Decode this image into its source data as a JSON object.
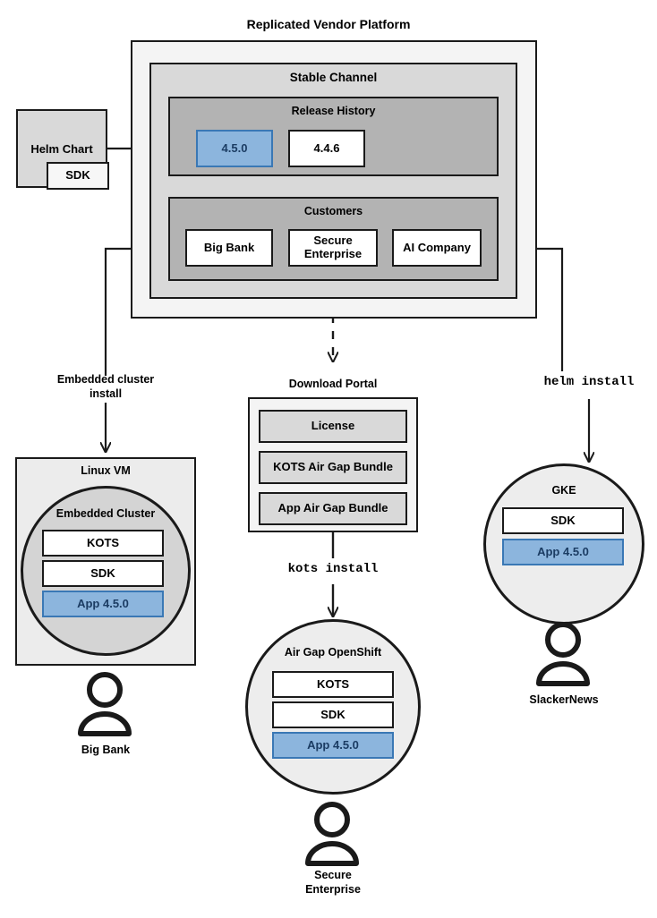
{
  "diagram": {
    "title": "Replicated Vendor Platform",
    "platform": {
      "channel_title": "Stable Channel",
      "release_history": {
        "title": "Release History",
        "releases": [
          {
            "label": "4.5.0",
            "state": "current",
            "color": "#8cb5dd"
          },
          {
            "label": "4.4.6",
            "state": "previous",
            "color": "#ffffff"
          }
        ]
      },
      "customers": {
        "title": "Customers",
        "items": [
          {
            "label": "Big Bank"
          },
          {
            "label": "Secure\nEnterprise",
            "line1": "Secure",
            "line2": "Enterprise"
          },
          {
            "label": "AI Company"
          }
        ]
      }
    },
    "source": {
      "title": "Helm Chart",
      "sdk_label": "SDK"
    },
    "edge_labels": {
      "embedded_install_line1": "Embedded cluster",
      "embedded_install_line2": "install",
      "kots_install": "kots install",
      "helm_install": "helm install"
    },
    "download_portal": {
      "title": "Download Portal",
      "artifacts": [
        {
          "label": "License"
        },
        {
          "label": "KOTS Air Gap Bundle"
        },
        {
          "label": "App Air Gap Bundle"
        }
      ]
    },
    "targets": [
      {
        "id": "linux-vm",
        "outer_title": "Linux VM",
        "inner_title": "Embedded Cluster",
        "components": [
          {
            "label": "KOTS",
            "style": "white"
          },
          {
            "label": "SDK",
            "style": "white"
          },
          {
            "label": "App 4.5.0",
            "style": "blue"
          }
        ],
        "persona": "Big Bank"
      },
      {
        "id": "air-gap-openshift",
        "outer_title": "",
        "inner_title": "Air Gap OpenShift",
        "components": [
          {
            "label": "KOTS",
            "style": "white"
          },
          {
            "label": "SDK",
            "style": "white"
          },
          {
            "label": "App 4.5.0",
            "style": "blue"
          }
        ],
        "persona_line1": "Secure",
        "persona_line2": "Enterprise",
        "persona": "Secure Enterprise"
      },
      {
        "id": "gke",
        "outer_title": "",
        "inner_title": "GKE",
        "components": [
          {
            "label": "SDK",
            "style": "white"
          },
          {
            "label": "App 4.5.0",
            "style": "blue"
          }
        ],
        "persona": "SlackerNews"
      }
    ],
    "colors": {
      "accent_blue_fill": "#8cb5dd",
      "accent_blue_border": "#3a78b5",
      "accent_blue_text": "#1b3c63",
      "stroke": "#1a1a1a",
      "platform_bg": "#f4f4f4",
      "channel_bg": "#d9d9d9",
      "section_bg": "#b3b3b3",
      "vm_bg": "#ececec",
      "circle_bg": "#ededed",
      "embedded_circle_bg": "#d4d4d4"
    }
  }
}
